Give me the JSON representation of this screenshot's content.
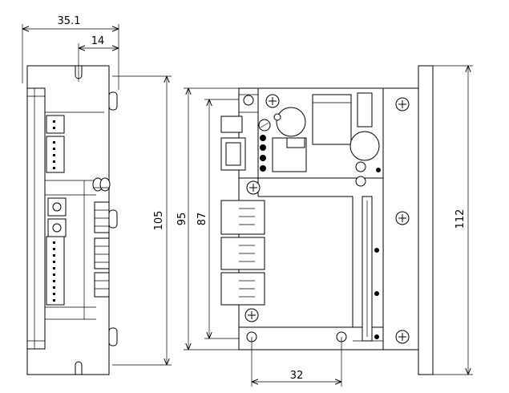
{
  "dimensions": {
    "total_depth": "35.1",
    "depth_offset": "14",
    "side_height": "105",
    "front_height_outer": "95",
    "front_height_inner": "87",
    "mount_height": "112",
    "hole_spacing": "32"
  }
}
